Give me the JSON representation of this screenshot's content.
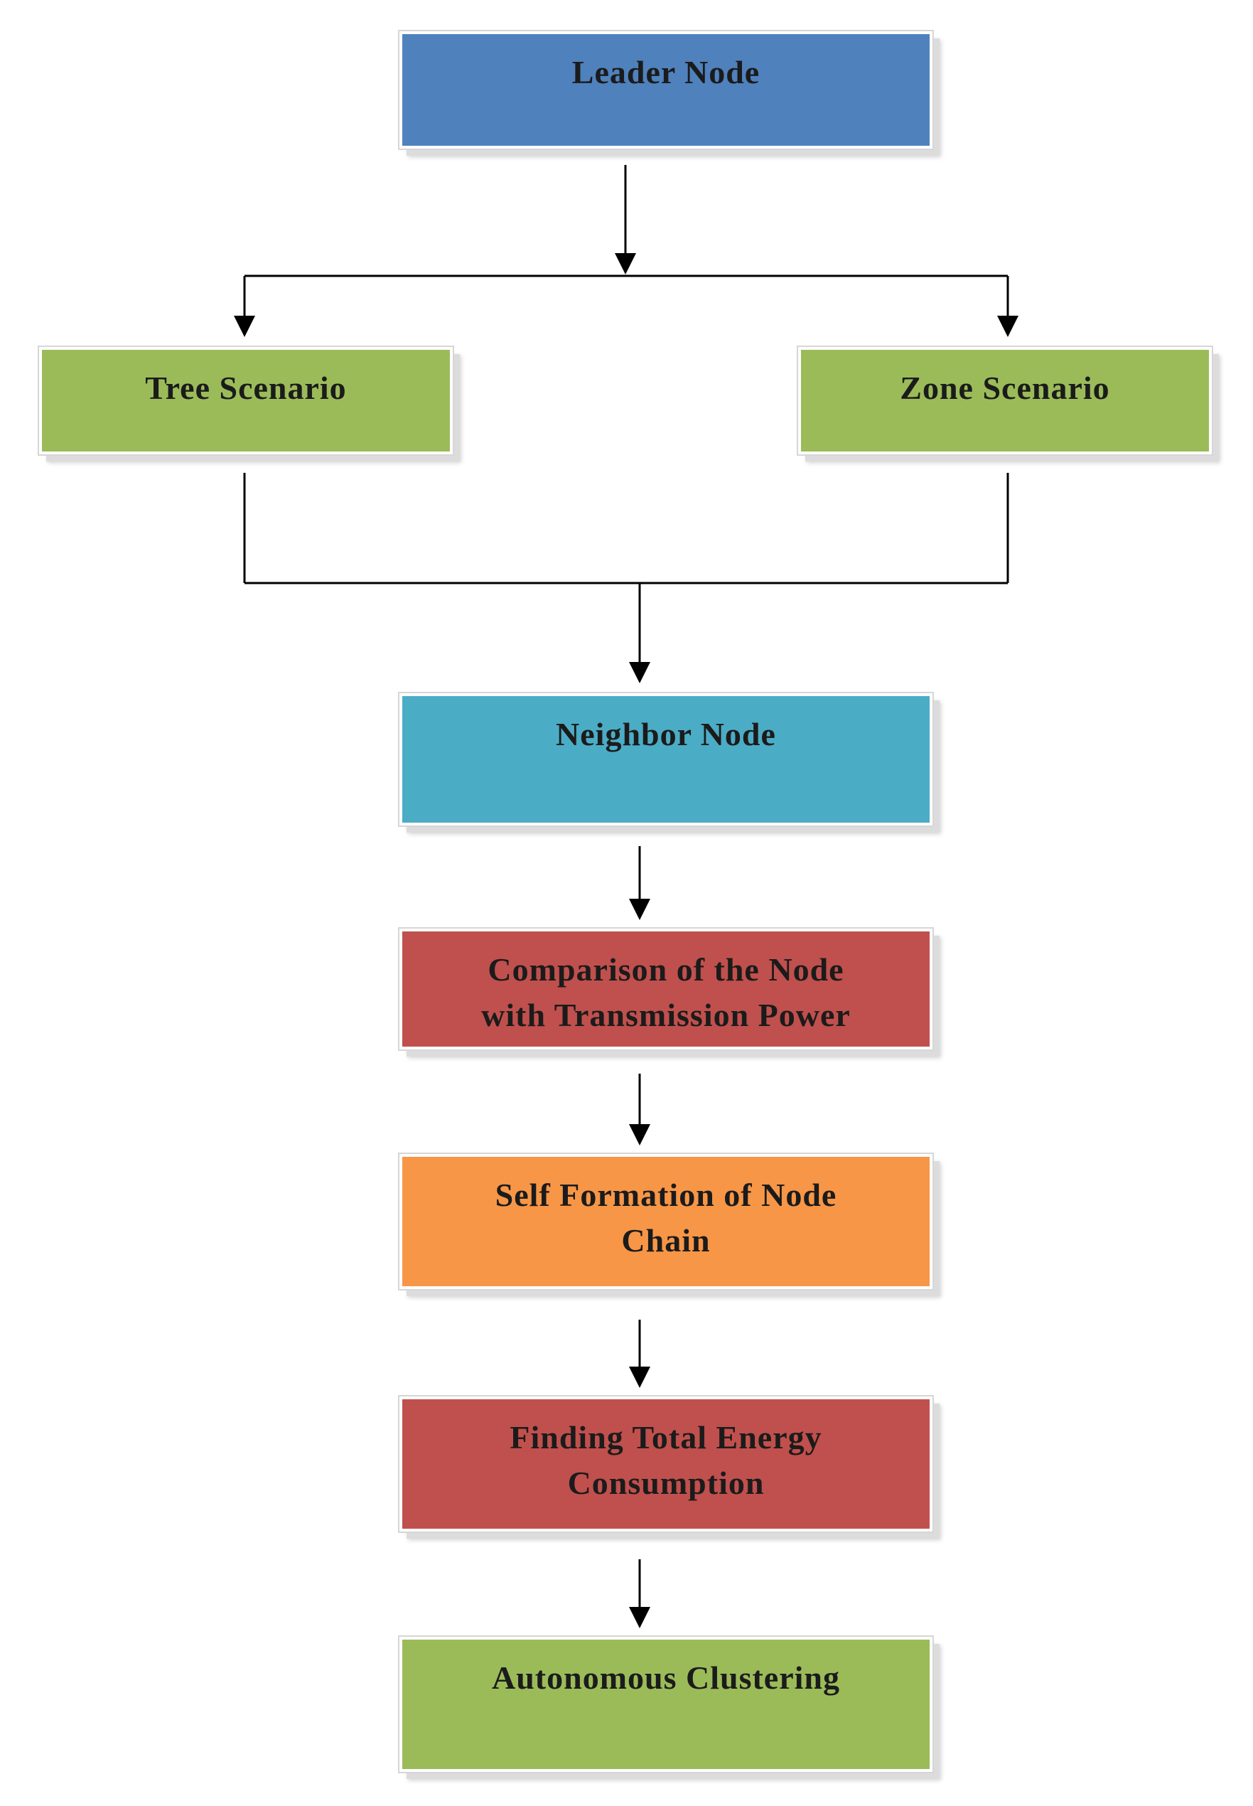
{
  "colors": {
    "blue": "#4f81bd",
    "green": "#9bbb59",
    "teal": "#4bacc6",
    "red": "#c0504d",
    "orange": "#f79646",
    "connector": "#000000"
  },
  "nodes": {
    "leader": {
      "lines": [
        "Leader Node"
      ],
      "color": "blue"
    },
    "tree": {
      "lines": [
        "Tree Scenario"
      ],
      "color": "green"
    },
    "zone": {
      "lines": [
        "Zone Scenario"
      ],
      "color": "green"
    },
    "neighbor": {
      "lines": [
        "Neighbor Node"
      ],
      "color": "teal"
    },
    "compare": {
      "lines": [
        "Comparison of the Node",
        "with Transmission Power"
      ],
      "color": "red"
    },
    "self": {
      "lines": [
        "Self Formation of Node",
        "Chain"
      ],
      "color": "orange"
    },
    "energy": {
      "lines": [
        "Finding Total Energy",
        "Consumption"
      ],
      "color": "red"
    },
    "auto": {
      "lines": [
        "Autonomous Clustering"
      ],
      "color": "green"
    }
  }
}
